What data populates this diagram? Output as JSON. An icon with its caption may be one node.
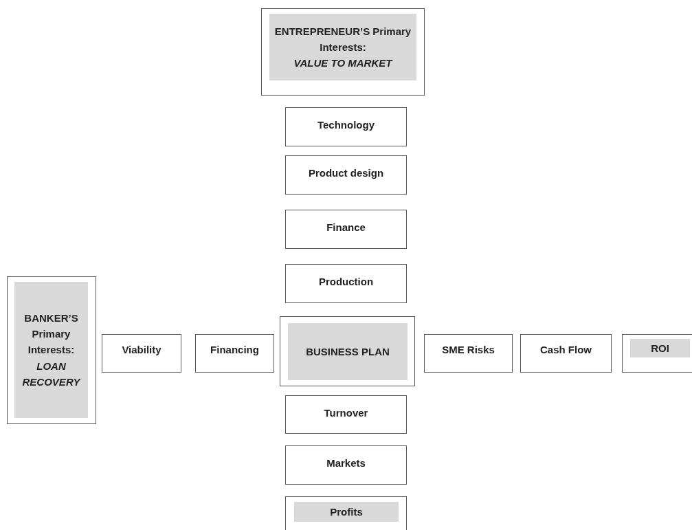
{
  "diagram": {
    "nodes": [
      {
        "text": [
          "ENTREPRENEUR’S Primary Interests: *VALUE TO MARKET*"
        ]
      },
      {
        "text": [
          "Technology"
        ]
      },
      {
        "text": [
          "Product design"
        ]
      },
      {
        "text": [
          "Finance"
        ]
      },
      {
        "text": [
          "Production"
        ]
      },
      {
        "text": [
          "BANKER’S Primary Interests: *LOAN RECOVERY*"
        ]
      },
      {
        "text": [
          "Viability"
        ]
      },
      {
        "text": [
          "Financing"
        ]
      },
      {
        "text": [
          "BUSINESS PLAN"
        ]
      },
      {
        "text": [
          "SME Risks"
        ]
      },
      {
        "text": [
          "Cash Flow"
        ]
      },
      {
        "text": [
          "ROI"
        ]
      },
      {
        "text": [
          "Turnover"
        ]
      },
      {
        "text": [
          "Markets"
        ]
      },
      {
        "text": [
          "Profits"
        ]
      }
    ]
  }
}
